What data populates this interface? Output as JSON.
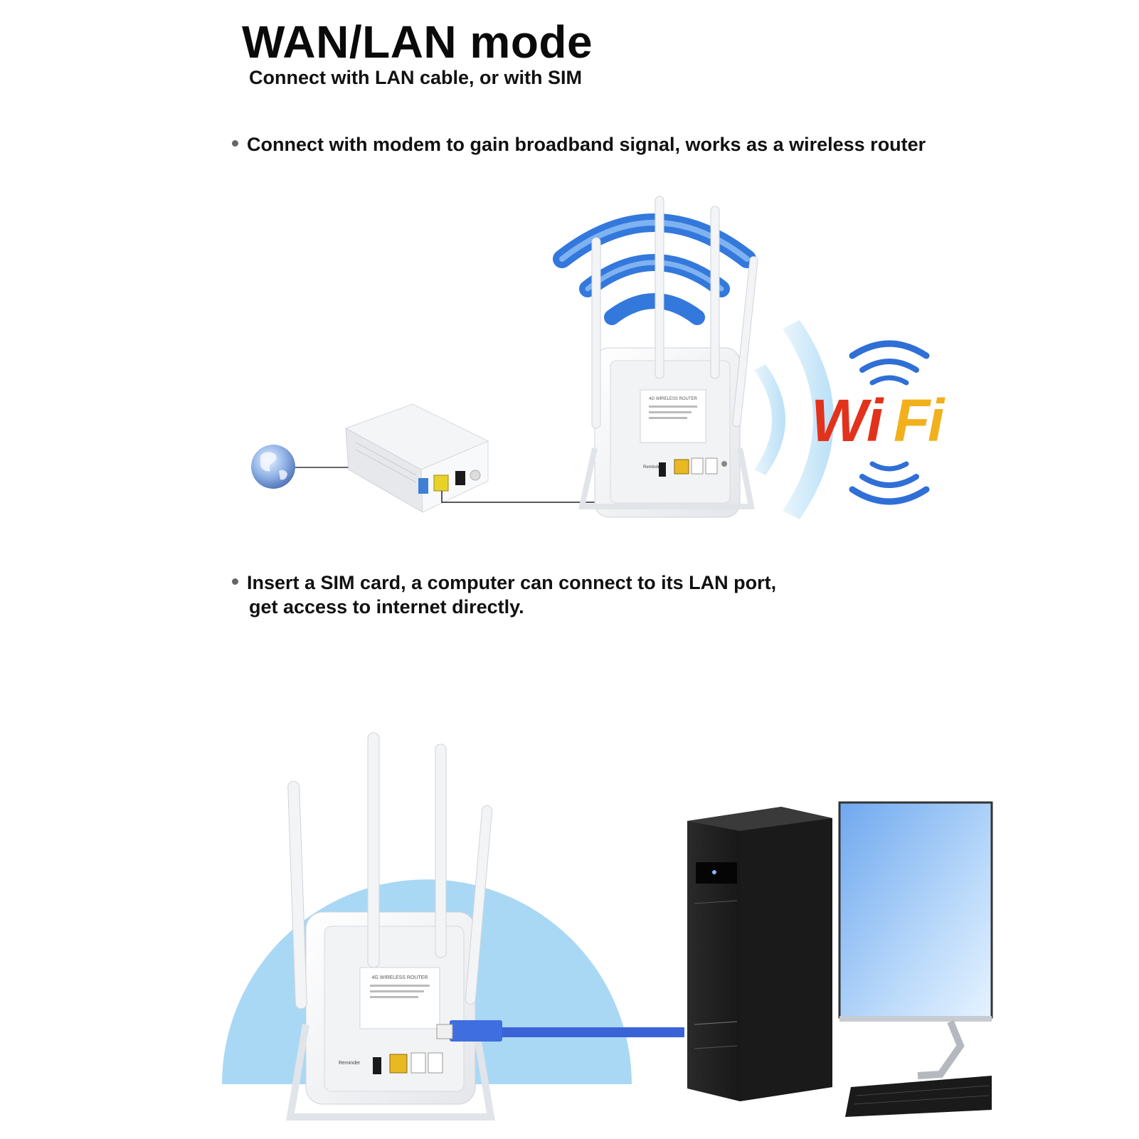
{
  "header": {
    "title": "WAN/LAN mode",
    "subtitle": "Connect with LAN cable, or with SIM"
  },
  "sections": [
    {
      "bullet_text": "Connect with modem to gain broadband signal, works as a wireless router"
    },
    {
      "bullet_line1": "Insert a SIM card, a computer can connect to its LAN port,",
      "bullet_line2": "get access to internet directly."
    }
  ],
  "wifi_logo": {
    "text_w": "W",
    "text_i": "i",
    "text_f": "F",
    "text_i2": "i"
  },
  "router_label": {
    "line1": "4G WIRELESS ROUTER",
    "reminder": "Reminder"
  },
  "colors": {
    "wifi_blue": "#2f6fd6",
    "wifi_red": "#e2321c",
    "wifi_yellow": "#f2b01d",
    "cable_blue": "#3a63d8",
    "sky": "#a9d8f5",
    "port_yellow": "#e8b923"
  }
}
